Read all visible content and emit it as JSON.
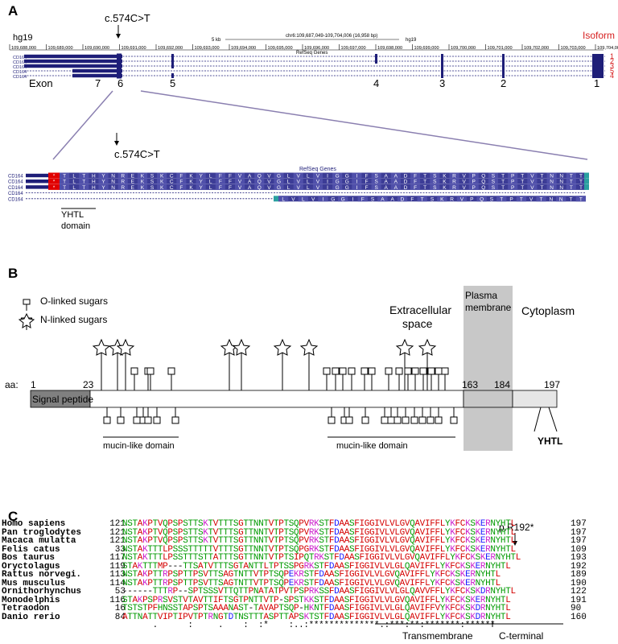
{
  "panelA": {
    "letter": "A",
    "mutation_label": "c.574C>T",
    "genome": "hg19",
    "genome_right": "hg19",
    "isoform_title": "Isoform",
    "scale_label": "5 kb",
    "coords_label": "chr6:109,687,049-109,704,006 (16,958 bp)",
    "track_label": "RefSeq Genes",
    "ticks": [
      "109,688,000",
      "109,689,000",
      "109,690,000",
      "109,691,000",
      "109,692,000",
      "109,693,000",
      "109,694,000",
      "109,695,000",
      "109,696,000",
      "109,697,000",
      "109,698,000",
      "109,699,000",
      "109,700,000",
      "109,701,000",
      "109,702,000",
      "109,703,000",
      "109,704,000"
    ],
    "gene_name": "CD164",
    "isoform_numbers": [
      "1",
      "2",
      "3",
      "5",
      "4"
    ],
    "exon_title": "Exon",
    "exon_numbers": [
      "7",
      "6",
      "5",
      "4",
      "3",
      "2",
      "1"
    ],
    "zoom_mutation_label": "c.574C>T",
    "zoom_track_label": "RefSeq Genes",
    "aa_row_full": [
      "T",
      "L",
      "T",
      "H",
      "Y",
      "N",
      "R",
      "E",
      "K",
      "S",
      "K",
      "C",
      "F",
      "K",
      "Y",
      "L",
      "F",
      "F",
      "V",
      "A",
      "Q",
      "V",
      "G",
      "L",
      "V",
      "L",
      "V",
      "I",
      "G",
      "G",
      "I",
      "F",
      "S",
      "A",
      "A",
      "D",
      "F",
      "T",
      "S",
      "K",
      "R",
      "V",
      "P",
      "Q",
      "S",
      "T",
      "P",
      "T",
      "V",
      "T",
      "N",
      "N",
      "T",
      "T"
    ],
    "aa_row_short": [
      "L",
      "V",
      "L",
      "V",
      "I",
      "G",
      "G",
      "I",
      "F",
      "S",
      "A",
      "A",
      "D",
      "F",
      "T",
      "S",
      "K",
      "R",
      "V",
      "P",
      "Q",
      "S",
      "T",
      "P",
      "T",
      "V",
      "T",
      "N",
      "N",
      "T",
      "T"
    ],
    "yhtl_label_1": "YHTL",
    "yhtl_label_2": "domain"
  },
  "panelB": {
    "letter": "B",
    "legend_o": "O-linked sugars",
    "legend_n": "N-linked sugars",
    "plasma_1": "Plasma",
    "plasma_2": "membrane",
    "cytoplasm": "Cytoplasm",
    "extra_1": "Extracellular",
    "extra_2": "space",
    "aa_prefix": "aa:",
    "pos_1": "1",
    "pos_23": "23",
    "pos_163": "163",
    "pos_184": "184",
    "pos_197": "197",
    "signal_peptide": "Signal peptide",
    "mucin_1": "mucin-like domain",
    "mucin_2": "mucin-like domain",
    "yhtl": "YHTL"
  },
  "panelC": {
    "letter": "C",
    "mutation_label": "p.R192*",
    "rows": [
      {
        "name": "Homo sapiens",
        "start": "121",
        "seq": "NSTAKPTVQPSPSTTSKTVTTTSGTTNNTVTPTSQPVRKSTFDAASFIGGIVLVLGVQAVIFFLYKFCKSKERNYHTL",
        "end": "197"
      },
      {
        "name": "Pan troglodytes",
        "start": "121",
        "seq": "NSTAKPTVQPSPSTTSKTVTTTSGTTNNTVTPTSQPVRKSTFDAASFIGGIVLVLGVQAVIFFLYKFCKSKERNYHTL",
        "end": "197"
      },
      {
        "name": "Macaca mulatta",
        "start": "121",
        "seq": "NSTAKPTVQPSPSTTSKTVTTTSGTTNNTVTPTSQPVRKSTFDAASFIGGIVLVLGVQAVIFFLYKFCKSKERNYHTL",
        "end": "197"
      },
      {
        "name": "Felis catus",
        "start": "33",
        "seq": "NSTAKTTTLPSSSTTTTTVTTTSGTTNNTVTPTSQPGRKSTFDAASFIGGIVLVLGVQAVIFFLYKFCKSKERNYHTL",
        "end": "109"
      },
      {
        "name": "Bos taurus",
        "start": "117",
        "seq": "NSTAKTTTLPSSTTTSTTATTTSGTTNNTVTPTSIPQTRKSTFDAASFIGGIVLVLGVQAVIFFLYKFCKSKERNYHTL",
        "end": "193"
      },
      {
        "name": "Oryctolagus",
        "start": "119",
        "seq": "STAKTTTMP---TTSATVTTTSGTANTTLTPTSSPGRKSTFDAASFIGGIVLVLGLQAVIFFLYKFCKSKERNYHTL",
        "end": "192"
      },
      {
        "name": "Rattus norvegi.",
        "start": "113",
        "seq": "NSTAKPTTRPSPTTPSVTTSAGTNTTVTPTSQPEKRSTFDAASFIGGIVLVLGVQAVIFFLYKFCKSKERNYHTL",
        "end": "189"
      },
      {
        "name": "Mus musculus",
        "start": "114",
        "seq": "NSTAKPTTRPSPTTPSVTTSAGTNTTVTPTSQPEKRSTFDAASFIGGIVLVLGVQAVIFFLYKFCKSKERNYHTL",
        "end": "190"
      },
      {
        "name": "Ornithorhynchus",
        "start": "53",
        "seq": "------TTTRP--SPTSSSVTTQTTPNATATPVTPSPRKSSFDAASFIGGIVLVLGLQAVVFFLYKFCKSKDRNYHTL",
        "end": "122"
      },
      {
        "name": "Monodelphis",
        "start": "116",
        "seq": "STAKPSPRSVSTVTAVTTIFTSGTPNTTVTP-SPSTKKSTFDAASFIGGIVLVLGVQAVIFFLYKFCKSKERNYHTL",
        "end": "191"
      },
      {
        "name": "Tetraodon",
        "start": "16",
        "seq": "TSTSTPFHNSSTAPSPTSAAANAST-TAVAPTSQP-HKNTFDAASFIGGIVLVLGLQAVIFFVYKFCKSKDRNYHTL",
        "end": "90"
      },
      {
        "name": "Danio rerio",
        "start": "84",
        "seq": "ATTNATTVIPTIPVTPTRNGTDTNSTTTASPTTAPSKTSTFDAASFIGGIVLVLGLQAVIFFLYKFCKSKDRNYHTL",
        "end": "160"
      }
    ],
    "consensus": "      .      :     .    :  :*    :..:**************.:***:**:*******:******",
    "transmembrane": "Transmembrane",
    "cterminal": "C-terminal"
  },
  "colors": {
    "track_blue": "#1e1e78",
    "aa_blue": "#3c3c96",
    "mutation_red": "#e00000",
    "isoform_red": "#d62020",
    "membrane_gray": "#c8c8c8",
    "signal_gray": "#808080",
    "cytoplasm_gray": "#e6e6e6"
  }
}
